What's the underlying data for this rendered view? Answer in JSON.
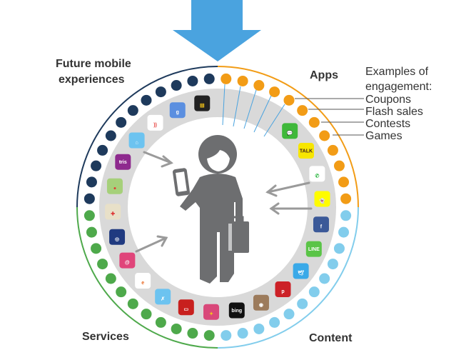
{
  "labels": {
    "future_line1": "Future mobile",
    "future_line2": "experiences",
    "apps": "Apps",
    "services": "Services",
    "content": "Content",
    "examples_line1": "Examples of",
    "examples_line2": "engagement:"
  },
  "engagement_examples": [
    "Coupons",
    "Flash sales",
    "Contests",
    "Games"
  ],
  "colors": {
    "future": "#1e3a5c",
    "apps": "#f29c16",
    "content": "#82cdec",
    "services": "#4ea94b",
    "ring": "#d9d9d9",
    "person": "#6d6e70",
    "funnel_arrow": "#4aa3df",
    "arrows": "#9a9a9a"
  },
  "icons": [
    {
      "name": "wallet-app-icon",
      "bg": "#222222",
      "fg": "#f5c518",
      "glyph": "▤"
    },
    {
      "name": "google-app-icon",
      "bg": "#5b8fe0",
      "fg": "#ffffff",
      "glyph": "g"
    },
    {
      "name": "google-wallet-app-icon",
      "bg": "#ffffff",
      "fg": "#e53935",
      "glyph": "))"
    },
    {
      "name": "home-app-icon",
      "bg": "#6cc3f0",
      "fg": "#ffffff",
      "glyph": "⌂"
    },
    {
      "name": "tris-app-icon",
      "bg": "#8e2a8e",
      "fg": "#ffffff",
      "glyph": "ŧris"
    },
    {
      "name": "maps-app-icon",
      "bg": "#a6d07a",
      "fg": "#e53935",
      "glyph": "●"
    },
    {
      "name": "navigation-app-icon",
      "bg": "#e8e0c8",
      "fg": "#d33",
      "glyph": "✚"
    },
    {
      "name": "compass-app-icon",
      "bg": "#203a80",
      "fg": "#ffffff",
      "glyph": "◎"
    },
    {
      "name": "fingerprint-app-icon",
      "bg": "#e0457a",
      "fg": "#ffffff",
      "glyph": "@"
    },
    {
      "name": "alibaba-app-icon",
      "bg": "#ffffff",
      "fg": "#e8641c",
      "glyph": "e"
    },
    {
      "name": "jump-app-icon",
      "bg": "#6cc3f0",
      "fg": "#ffffff",
      "glyph": "✗"
    },
    {
      "name": "hotel-app-icon",
      "bg": "#c8201e",
      "fg": "#ffffff",
      "glyph": "▭"
    },
    {
      "name": "candy-crush-app-icon",
      "bg": "#d9487a",
      "fg": "#f5c518",
      "glyph": "✦"
    },
    {
      "name": "bing-app-icon",
      "bg": "#111111",
      "fg": "#ffffff",
      "glyph": "bing"
    },
    {
      "name": "instagram-app-icon",
      "bg": "#9c7b5c",
      "fg": "#ffffff",
      "glyph": "◉"
    },
    {
      "name": "pinterest-app-icon",
      "bg": "#cc2127",
      "fg": "#ffffff",
      "glyph": "p"
    },
    {
      "name": "twitter-app-icon",
      "bg": "#3aa9e8",
      "fg": "#ffffff",
      "glyph": "🕊"
    },
    {
      "name": "line-app-icon",
      "bg": "#5ac447",
      "fg": "#ffffff",
      "glyph": "LINE"
    },
    {
      "name": "facebook-app-icon",
      "bg": "#3b5998",
      "fg": "#ffffff",
      "glyph": "f"
    },
    {
      "name": "snapchat-app-icon",
      "bg": "#fffc00",
      "fg": "#ffffff",
      "glyph": "👻"
    },
    {
      "name": "whatsapp-app-icon",
      "bg": "#ffffff",
      "fg": "#2bb741",
      "glyph": "✆"
    },
    {
      "name": "kakaotalk-app-icon",
      "bg": "#f7e600",
      "fg": "#3c1e1e",
      "glyph": "TALK"
    },
    {
      "name": "wechat-app-icon",
      "bg": "#3fb83a",
      "fg": "#ffffff",
      "glyph": "💬"
    }
  ]
}
